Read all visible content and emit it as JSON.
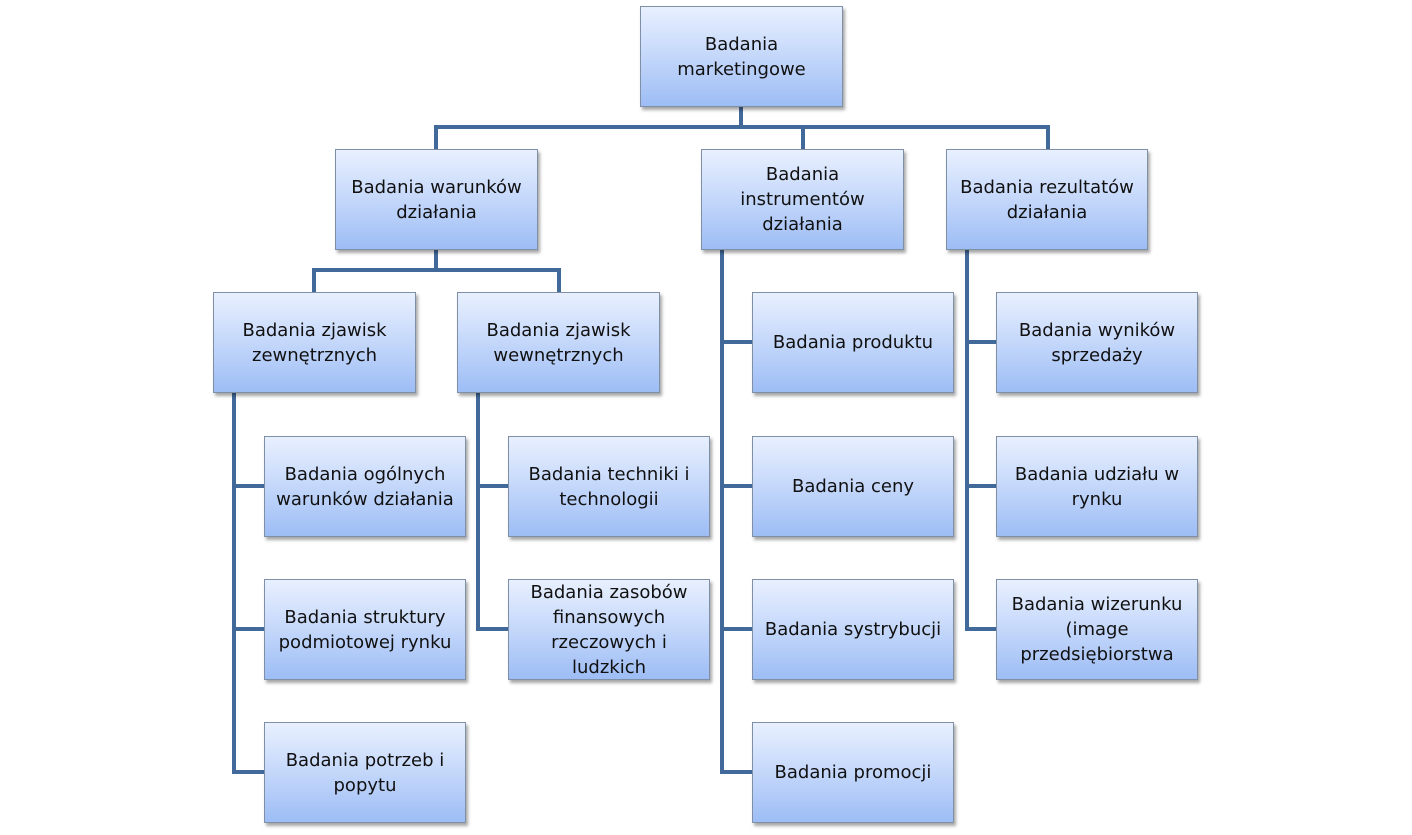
{
  "diagram": {
    "line_color": "#41699a",
    "node_gradient": [
      "#e8f0fe",
      "#c8dafb",
      "#9dbdf5"
    ],
    "nodes": {
      "root": "Badania\nmarketingowe",
      "warunki": "Badania warunków\ndziałania",
      "instrumenty": "Badania\ninstrumentów\ndziałania",
      "rezultaty": "Badania rezultatów\ndziałania",
      "zewnetrzne": "Badania zjawisk\nzewnętrznych",
      "wewnetrzne": "Badania zjawisk\nwewnętrznych",
      "ogolne": "Badania ogólnych\nwarunków działania",
      "struktura": "Badania struktury\npodmiotowej rynku",
      "potrzeby": "Badania potrzeb i\npopytu",
      "technika": "Badania techniki i\ntechnologii",
      "zasoby": "Badania zasobów\nfinansowych\nrzeczowych i ludzkich",
      "produkt": "Badania produktu",
      "ceny": "Badania ceny",
      "dystrybucja": "Badania systrybucji",
      "promocja": "Badania promocji",
      "wyniki": "Badania wyników\nsprzedaży",
      "udzial": "Badania udziału w\nrynku",
      "wizerunek": "Badania wizerunku\n(image\nprzedsiębiorstwa"
    }
  }
}
